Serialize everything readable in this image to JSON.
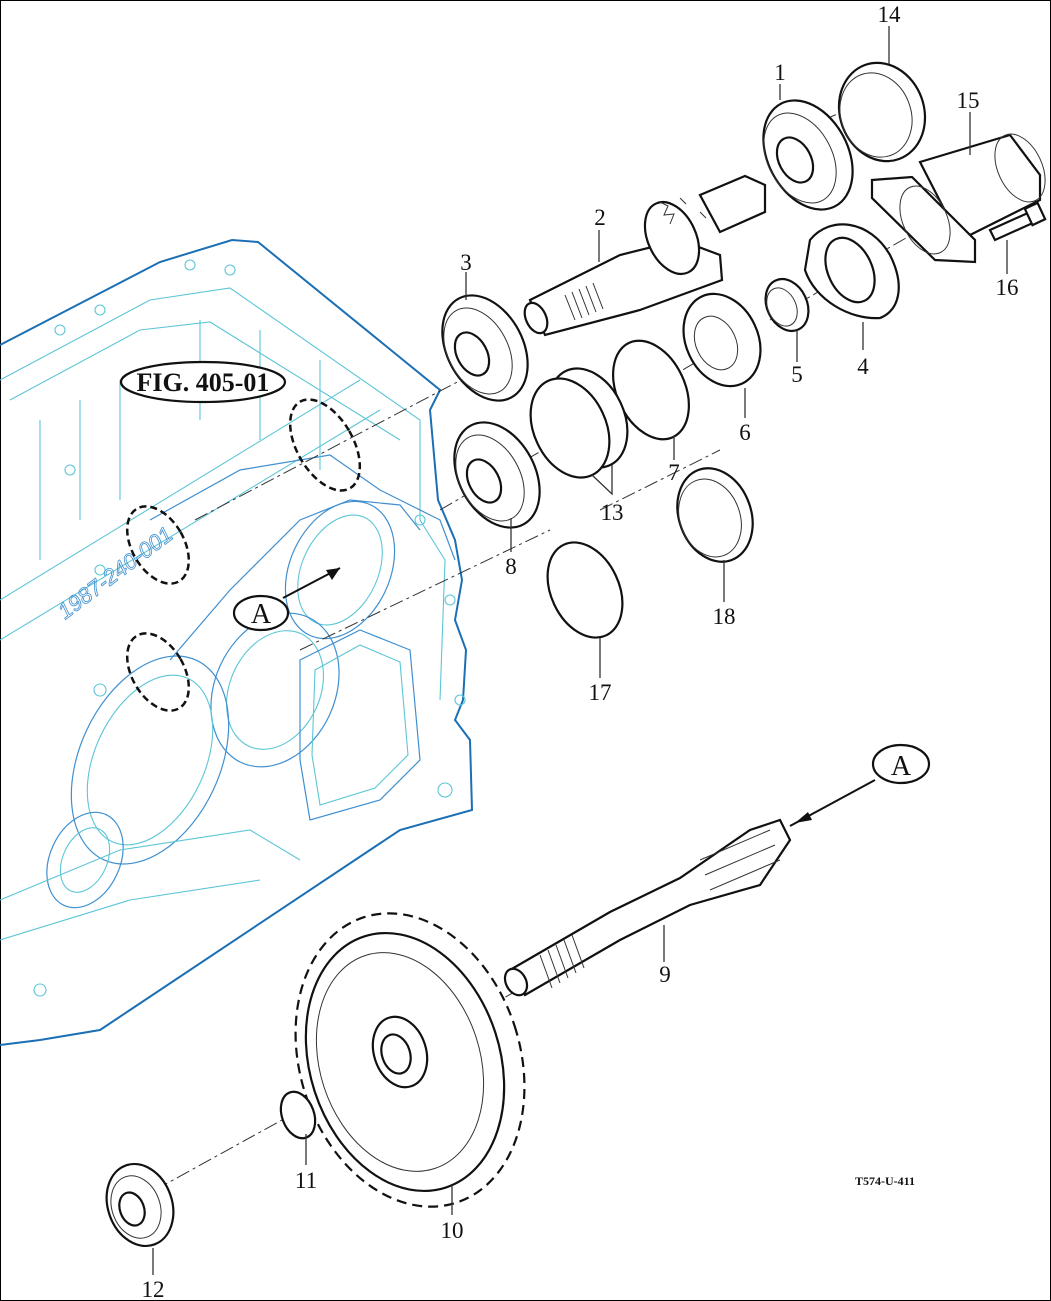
{
  "figure_reference": "FIG. 405-01",
  "drawing_code": "T574-U-411",
  "view_marker": "A",
  "casing_casting_mark": "1987-240-001",
  "colors": {
    "casing": "#1a6fb5",
    "casing_detail": "#5cc6d6",
    "parts": "#111111"
  },
  "callouts": {
    "p1": "1",
    "p2": "2",
    "p3": "3",
    "p4": "4",
    "p5": "5",
    "p6": "6",
    "p7": "7",
    "p8": "8",
    "p9": "9",
    "p10": "10",
    "p11": "11",
    "p12": "12",
    "p13": "13",
    "p14": "14",
    "p15": "15",
    "p16": "16",
    "p17": "17",
    "p18": "18"
  }
}
